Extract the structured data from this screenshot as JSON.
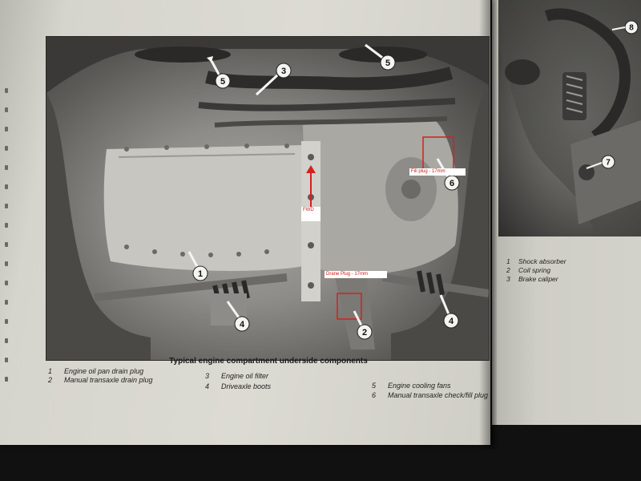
{
  "overlay_labels": {
    "fwd": "FWD",
    "fill_plug": "Fill plug - 17mm",
    "drain_plug": "Drane Plug - 17mm"
  },
  "callouts_main": [
    "5",
    "3",
    "5",
    "1",
    "4",
    "6",
    "2",
    "4"
  ],
  "callouts_right": [
    "8",
    "7"
  ],
  "caption": {
    "title": "Typical engine compartment underside components",
    "items": [
      {
        "num": "1",
        "label": "Engine oil pan drain plug"
      },
      {
        "num": "2",
        "label": "Manual transaxle drain plug"
      },
      {
        "num": "3",
        "label": "Engine oil filter"
      },
      {
        "num": "4",
        "label": "Driveaxle boots"
      },
      {
        "num": "5",
        "label": "Engine cooling fans"
      },
      {
        "num": "6",
        "label": "Manual transaxle check/fill plug"
      }
    ]
  },
  "right_legend": [
    {
      "num": "1",
      "label": "Shock absorber"
    },
    {
      "num": "2",
      "label": "Coil spring"
    },
    {
      "num": "3",
      "label": "Brake caliper"
    }
  ],
  "colors": {
    "annotation_red": "#d42020",
    "paper": "#dcdbd3"
  }
}
